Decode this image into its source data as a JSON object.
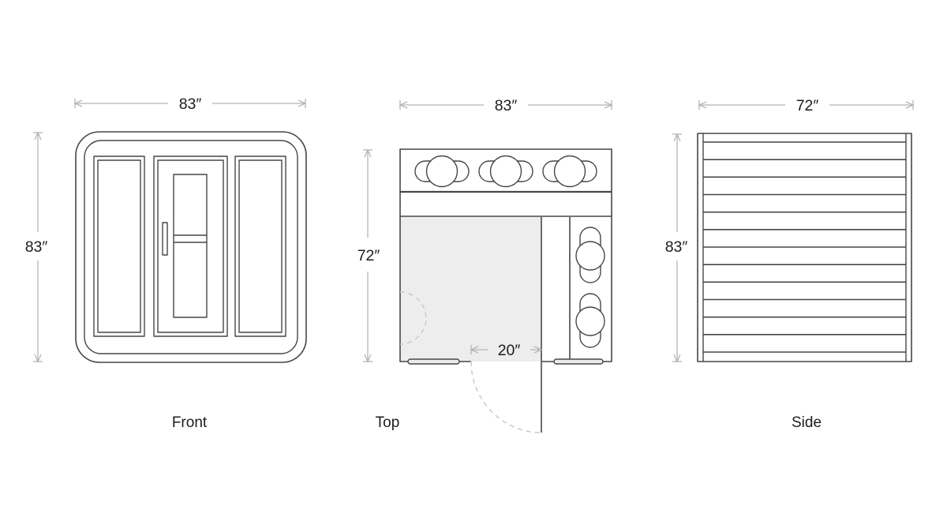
{
  "colors": {
    "background": "#ffffff",
    "line": "#47474a",
    "dim_line": "#b5b5b7",
    "text": "#1d1d1f",
    "floor_fill": "#ededee",
    "dashed": "#cacacc",
    "threshold_fill": "#ebebec"
  },
  "views": {
    "front": {
      "label": "Front",
      "dim_width": "83″",
      "dim_height": "83″"
    },
    "top": {
      "label": "Top",
      "dim_width": "83″",
      "dim_depth": "72″",
      "dim_door": "20″"
    },
    "side": {
      "label": "Side",
      "dim_width": "72″",
      "dim_height": "83″"
    }
  }
}
